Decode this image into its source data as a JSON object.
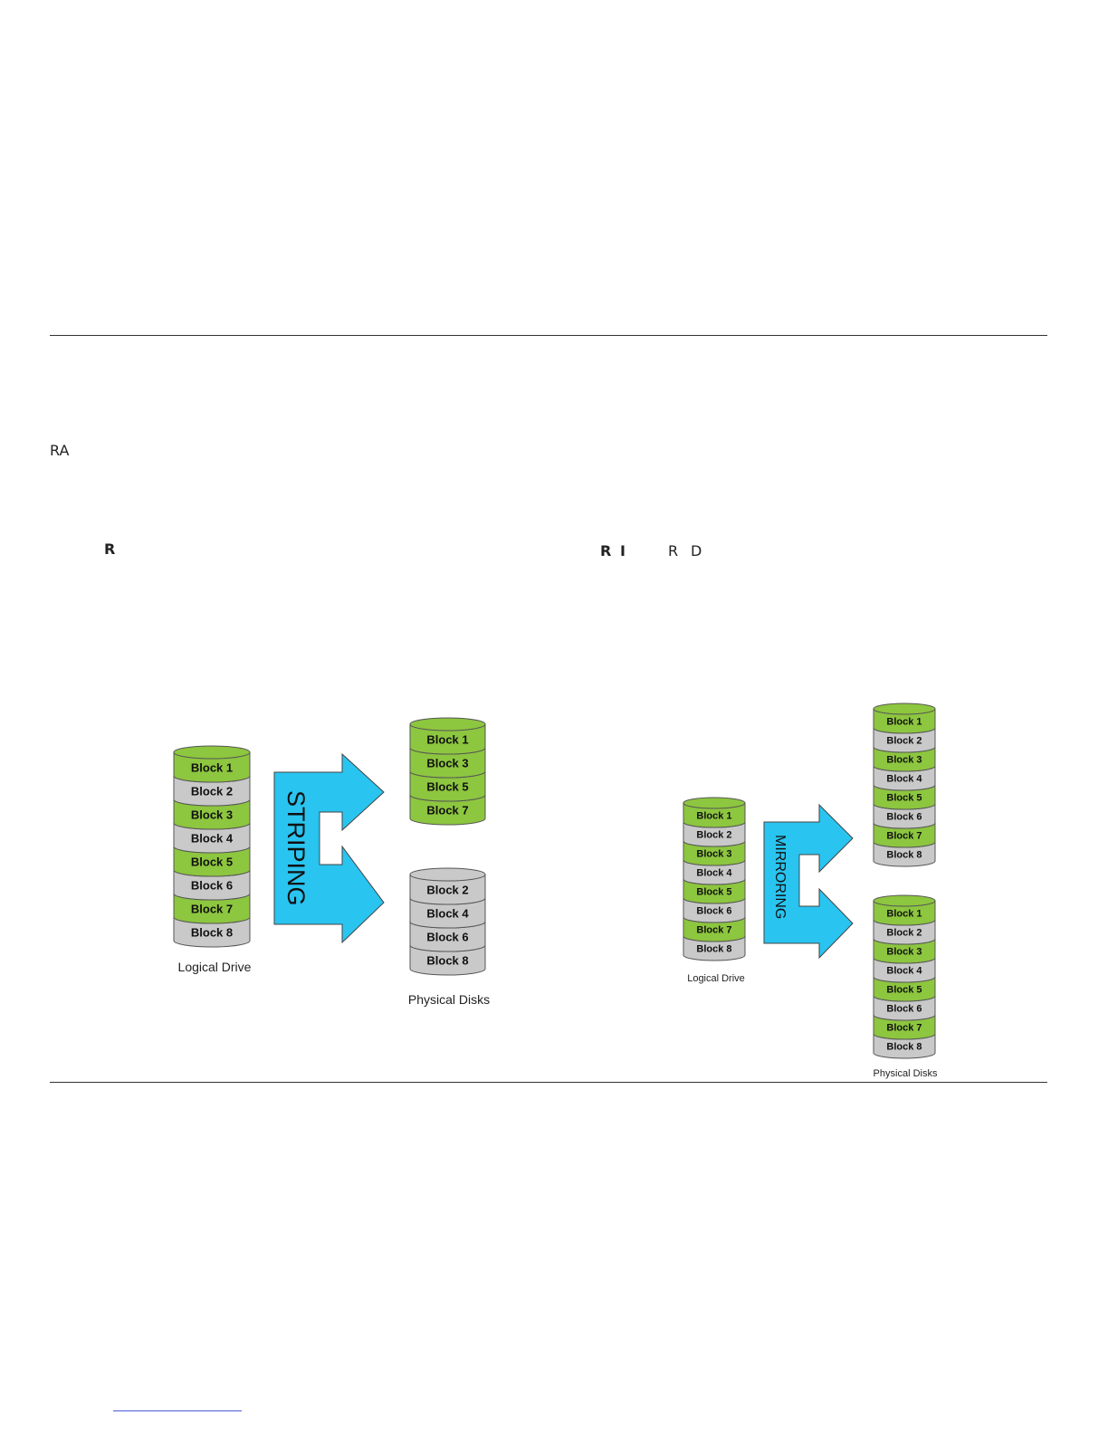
{
  "text_fragments": {
    "left_margin": "RA",
    "left_heading": "R",
    "right_heading_a": "R",
    "right_heading_b": "I",
    "right_heading_c": "R",
    "right_heading_d": "D"
  },
  "colors": {
    "green": "#8dc63f",
    "gray": "#c9c9c9",
    "arrow": "#29c4ef",
    "outline": "#555555"
  },
  "striping": {
    "arrow_label": "STRIPING",
    "logical_caption": "Logical Drive",
    "physical_caption": "Physical Disks",
    "logical_blocks": [
      "Block 1",
      "Block 2",
      "Block 3",
      "Block 4",
      "Block 5",
      "Block 6",
      "Block 7",
      "Block 8"
    ],
    "disk_a": [
      "Block 1",
      "Block 3",
      "Block 5",
      "Block 7"
    ],
    "disk_b": [
      "Block 2",
      "Block 4",
      "Block 6",
      "Block 8"
    ]
  },
  "mirroring": {
    "arrow_label": "MIRRORING",
    "logical_caption": "Logical Drive",
    "physical_caption": "Physical Disks",
    "logical_blocks": [
      "Block 1",
      "Block 2",
      "Block 3",
      "Block 4",
      "Block 5",
      "Block 6",
      "Block 7",
      "Block 8"
    ],
    "disk_a": [
      "Block 1",
      "Block 2",
      "Block 3",
      "Block 4",
      "Block 5",
      "Block 6",
      "Block 7",
      "Block 8"
    ],
    "disk_b": [
      "Block 1",
      "Block 2",
      "Block 3",
      "Block 4",
      "Block 5",
      "Block 6",
      "Block 7",
      "Block 8"
    ]
  }
}
